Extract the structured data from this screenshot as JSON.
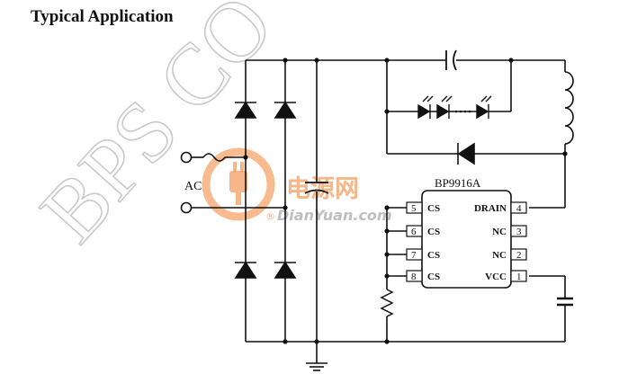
{
  "title": "Typical Application",
  "watermark": {
    "diagonal_text": "BPS CO",
    "logo_cn": "电源网",
    "logo_url": "DianYuan.com",
    "logo_registered": "®"
  },
  "circuit": {
    "ac_label": "AC",
    "chip": {
      "name": "BP9916A",
      "left_pins": [
        {
          "num": "5",
          "label": "CS"
        },
        {
          "num": "6",
          "label": "CS"
        },
        {
          "num": "7",
          "label": "CS"
        },
        {
          "num": "8",
          "label": "CS"
        }
      ],
      "right_pins": [
        {
          "num": "4",
          "label": "DRAIN"
        },
        {
          "num": "3",
          "label": "NC"
        },
        {
          "num": "2",
          "label": "NC"
        },
        {
          "num": "1",
          "label": "VCC"
        }
      ]
    }
  },
  "colors": {
    "line": "#111111",
    "watermark_gray": "#c8c8c8",
    "logo_orange": "#f08a3c"
  }
}
